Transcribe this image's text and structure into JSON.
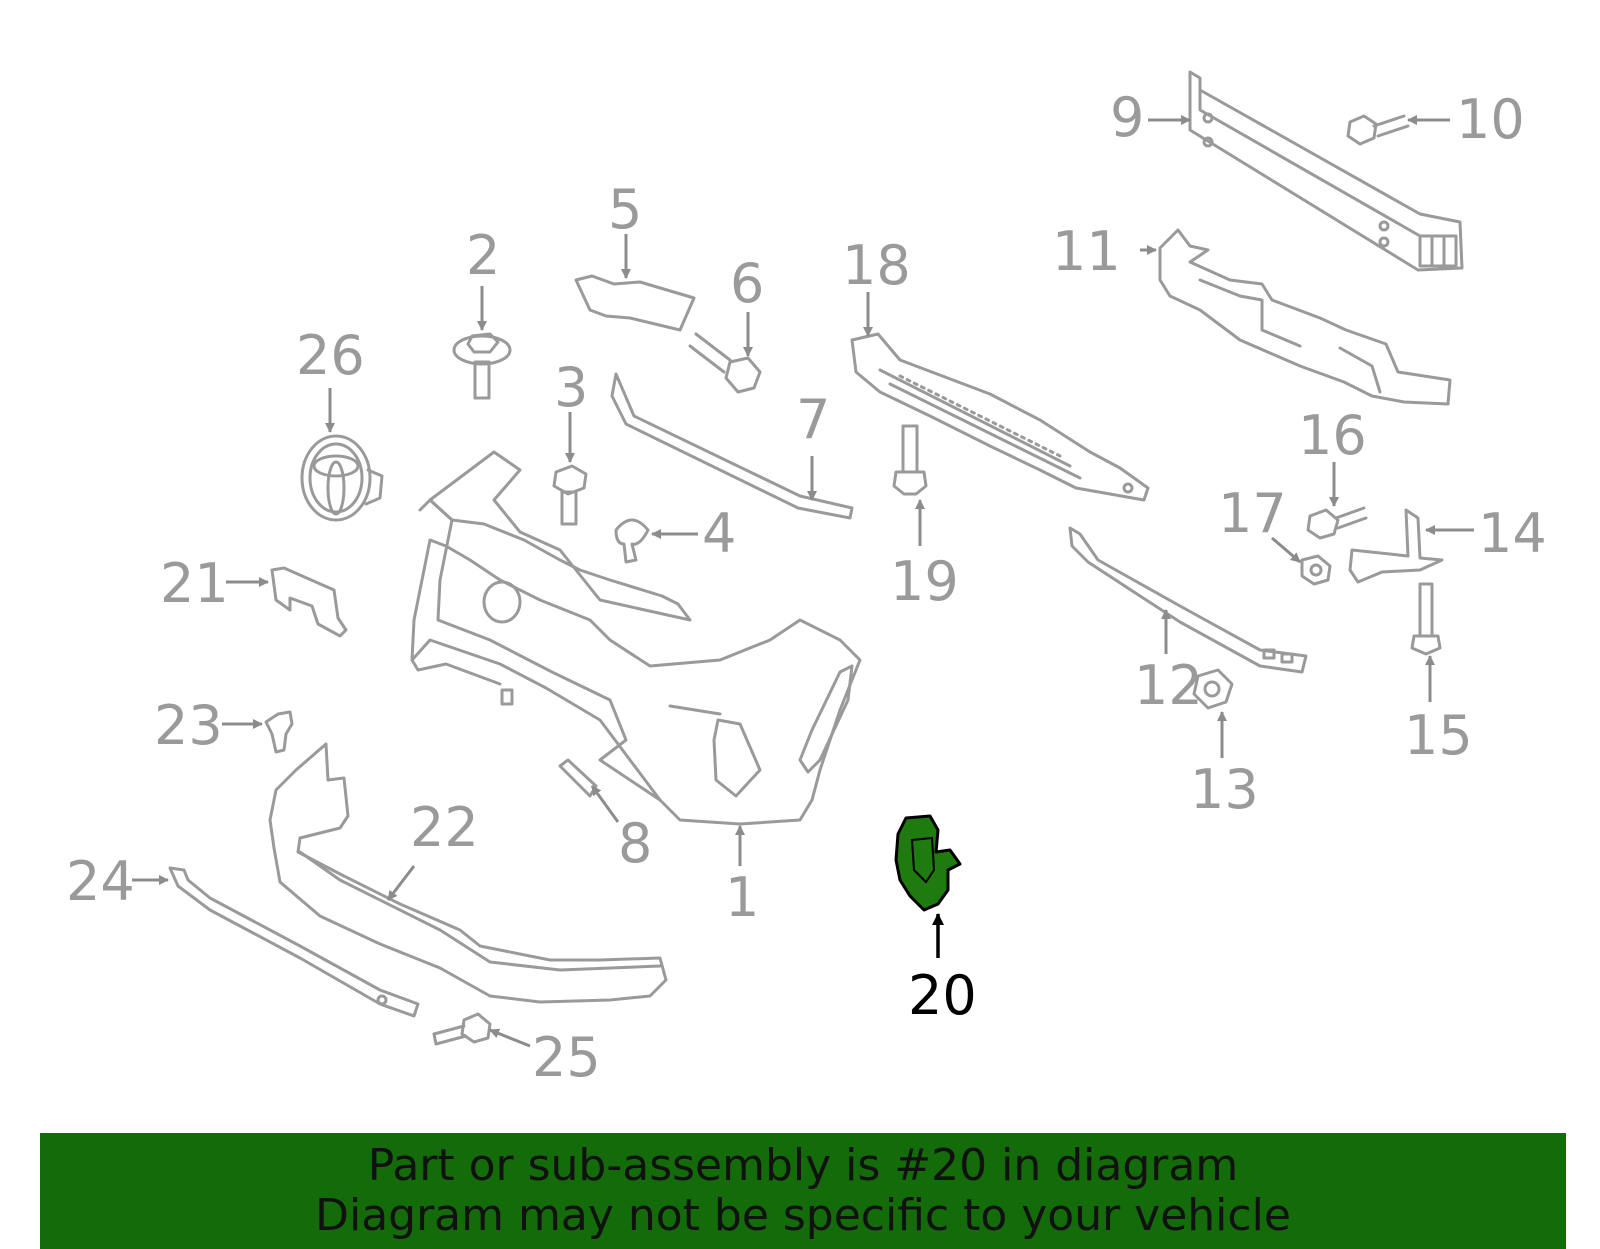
{
  "diagram": {
    "callouts": [
      {
        "id": "1",
        "label": "1"
      },
      {
        "id": "2",
        "label": "2"
      },
      {
        "id": "3",
        "label": "3"
      },
      {
        "id": "4",
        "label": "4"
      },
      {
        "id": "5",
        "label": "5"
      },
      {
        "id": "6",
        "label": "6"
      },
      {
        "id": "7",
        "label": "7"
      },
      {
        "id": "8",
        "label": "8"
      },
      {
        "id": "9",
        "label": "9"
      },
      {
        "id": "10",
        "label": "10"
      },
      {
        "id": "11",
        "label": "11"
      },
      {
        "id": "12",
        "label": "12"
      },
      {
        "id": "13",
        "label": "13"
      },
      {
        "id": "14",
        "label": "14"
      },
      {
        "id": "15",
        "label": "15"
      },
      {
        "id": "16",
        "label": "16"
      },
      {
        "id": "17",
        "label": "17"
      },
      {
        "id": "18",
        "label": "18"
      },
      {
        "id": "19",
        "label": "19"
      },
      {
        "id": "20",
        "label": "20"
      },
      {
        "id": "21",
        "label": "21"
      },
      {
        "id": "22",
        "label": "22"
      },
      {
        "id": "23",
        "label": "23"
      },
      {
        "id": "24",
        "label": "24"
      },
      {
        "id": "25",
        "label": "25"
      },
      {
        "id": "26",
        "label": "26"
      }
    ],
    "highlighted_part": "20"
  },
  "banner": {
    "line1": "Part or sub-assembly is #20 in diagram",
    "line2": "Diagram may not be specific to your vehicle"
  },
  "colors": {
    "banner_bg": "#136b0a",
    "highlight_fill": "#1f7a0f",
    "line_gray": "#9a9a9a"
  }
}
